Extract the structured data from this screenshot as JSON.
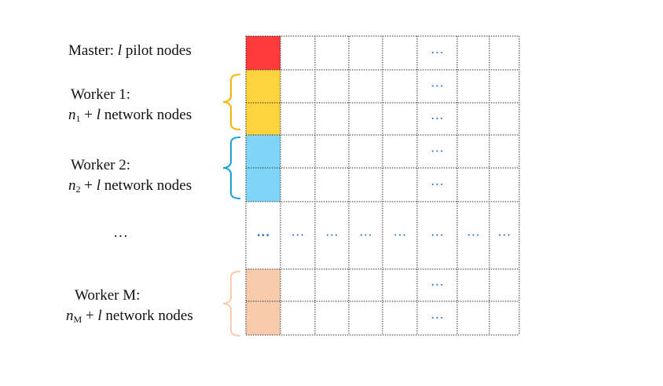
{
  "labels": {
    "master": {
      "prefix": "Master: ",
      "var": "l",
      "suffix": " pilot nodes"
    },
    "worker1": {
      "title": "Worker 1:",
      "n": "n",
      "sub": "1",
      "rest": " + ",
      "var": "l",
      "suffix": " network nodes"
    },
    "worker2": {
      "title": "Worker 2:",
      "n": "n",
      "sub": "2",
      "rest": " + ",
      "var": "l",
      "suffix": " network nodes"
    },
    "ellipsis": "…",
    "workerM": {
      "title": "Worker M:",
      "n": "n",
      "sub": "M",
      "rest": " + ",
      "var": "l",
      "suffix": " network nodes"
    }
  },
  "grid": {
    "row_kinds": [
      "master",
      "w1",
      "w1",
      "w2",
      "w2",
      "dots",
      "wM",
      "wM"
    ],
    "fills": {
      "master": "#ff3b3b",
      "w1": "#ffd33d",
      "w2": "#7fd6f8",
      "wM": "#f7cbac"
    },
    "ellipsis_text": "···",
    "ellipsis_color": "#1f6fbf",
    "dots_column": 5
  },
  "braces": {
    "w1": "#f5b400",
    "w2": "#1aa0d8",
    "wM": "#f7cbac"
  }
}
